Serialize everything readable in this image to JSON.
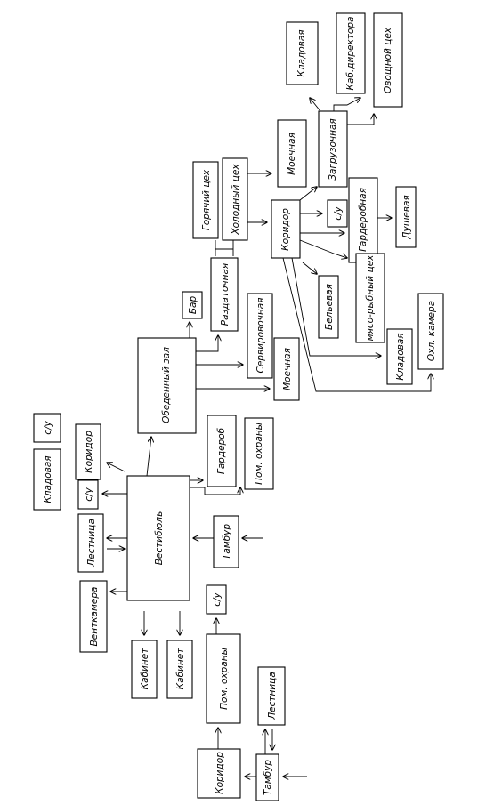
{
  "diagram": {
    "rooms": {
      "kladovaya_top": "Кладовая",
      "kab_direktora": "Каб.директора",
      "ovoshnoy_tseh": "Овощной цех",
      "zagruzochnaya": "Загрузочная",
      "moechnaya_top": "Моечная",
      "goryachiy_tseh": "Горячий цех",
      "holodnyy_tseh": "Холодный цех",
      "koridor_kitchen": "Коридор",
      "su_kitchen": "с/у",
      "garderobnaya": "Гардеробная",
      "dushevaya": "Душевая",
      "razdatochnaya": "Раздаточная",
      "myaso_rybnyy": "мясо-рыбный цех",
      "belevaya": "Бельевая",
      "bar": "Бар",
      "servirovochnaya": "Сервировочная",
      "obedennyy_zal": "Обеденный зал",
      "moechnaya_mid": "Моечная",
      "kladovaya_right": "Кладовая",
      "ohl_kamera": "Охл. камера",
      "su_top": "с/у",
      "kladovaya_left": "Кладовая",
      "koridor_left": "Коридор",
      "su_left": "с/у",
      "lestnitsa_left": "Лестница",
      "vestibyul": "Вестибюль",
      "garderob": "Гардероб",
      "pom_ohrany_right": "Пом. охраны",
      "tambur_mid": "Тамбур",
      "ventkamera": "Венткамера",
      "su_bottom": "с/у",
      "kabinet_1": "Кабинет",
      "kabinet_2": "Кабинет",
      "pom_ohrany_bottom": "Пом. охраны",
      "lestnitsa_bottom": "Лестница",
      "koridor_bottom": "Коридор",
      "tambur_bottom": "Тамбур"
    }
  }
}
